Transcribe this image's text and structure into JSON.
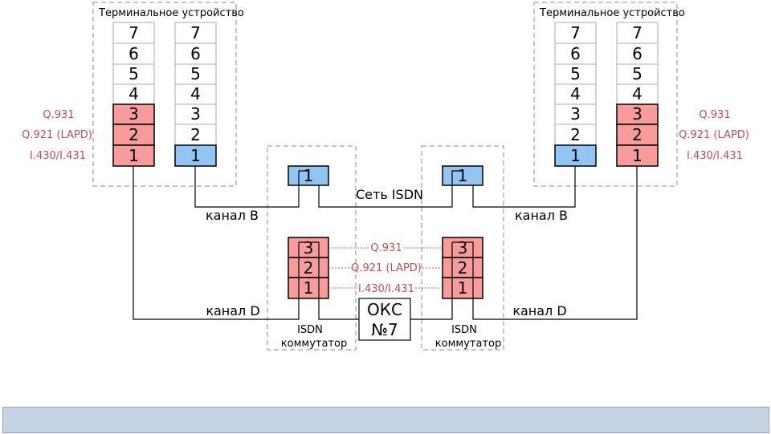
{
  "terminal_left": {
    "title": "Терминальное устройство",
    "stack_a": [
      "7",
      "6",
      "5",
      "4",
      "3",
      "2",
      "1"
    ],
    "stack_b": [
      "7",
      "6",
      "5",
      "4",
      "3",
      "2",
      "1"
    ]
  },
  "terminal_right": {
    "title": "Терминальное устройство",
    "stack_a": [
      "7",
      "6",
      "5",
      "4",
      "3",
      "2",
      "1"
    ],
    "stack_b": [
      "7",
      "6",
      "5",
      "4",
      "3",
      "2",
      "1"
    ]
  },
  "protocols_left": [
    "Q.931",
    "Q.921 (LAPD)",
    "I.430/I.431"
  ],
  "protocols_right": [
    "Q.931",
    "Q.921 (LAPD)",
    "I.430/I.431"
  ],
  "protocols_center": [
    "Q.931",
    "Q.921 (LAPD)",
    "I.430/I.431"
  ],
  "switch_left": {
    "label_line1": "ISDN",
    "label_line2": "коммутатор",
    "b_layer": "1",
    "layers": [
      "3",
      "2",
      "1"
    ]
  },
  "switch_right": {
    "label_line1": "ISDN",
    "label_line2": "коммутатор",
    "b_layer": "1",
    "layers": [
      "3",
      "2",
      "1"
    ]
  },
  "network_label": "Сеть ISDN",
  "channel_b_left": "канал B",
  "channel_b_right": "канал B",
  "channel_d_left": "канал D",
  "channel_d_right": "канал D",
  "oks": {
    "line1": "ОКС",
    "line2": "№7"
  },
  "colors": {
    "red_fill": "#f79b9b",
    "blue_fill": "#92c5f2",
    "protocol_text": "#c0504d",
    "dash": "#888888"
  }
}
